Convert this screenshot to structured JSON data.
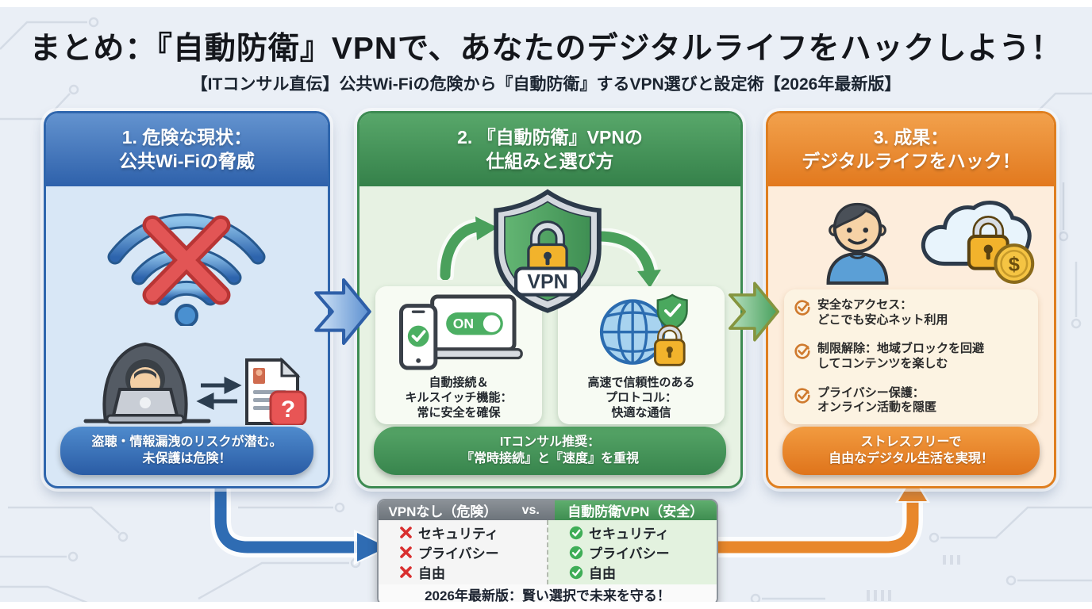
{
  "title": "まとめ：『自動防衛』VPNで、あなたのデジタルライフをハックしよう！",
  "subtitle": "【ITコンサル直伝】公共Wi-Fiの危険から『自動防衛』するVPN選びと設定術【2026年最新版】",
  "panel_threat": {
    "header_line1": "1. 危険な現状：",
    "header_line2": "公共Wi-Fiの脅威",
    "footer_line1": "盗聴・情報漏洩のリスクが潜む。",
    "footer_line2": "未保護は危険！"
  },
  "panel_vpn": {
    "header_line1": "2. 『自動防衛』VPNの",
    "header_line2": "仕組みと選び方",
    "feature_auto": {
      "line1": "自動接続＆",
      "line2": "キルスイッチ機能：",
      "line3": "常に安全を確保"
    },
    "feature_protocol": {
      "line1": "高速で信頼性のある",
      "line2": "プロトコル：",
      "line3": "快適な通信"
    },
    "footer_line1": "ITコンサル推奨：",
    "footer_line2": "『常時接続』と『速度』を重視"
  },
  "panel_result": {
    "header_line1": "3. 成果：",
    "header_line2": "デジタルライフをハック！",
    "benefits": [
      {
        "line1": "安全なアクセス：",
        "line2": "どこでも安心ネット利用"
      },
      {
        "line1": "制限解除：地域ブロックを回避",
        "line2": "してコンテンツを楽しむ"
      },
      {
        "line1": "プライバシー保護：",
        "line2": "オンライン活動を隠匿"
      }
    ],
    "footer_line1": "ストレスフリーで",
    "footer_line2": "自由なデジタル生活を実現！"
  },
  "comparison": {
    "left_header": "VPNなし（危険）",
    "vs_label": "vs.",
    "right_header": "自動防衛VPN（安全）",
    "left_items": [
      "セキュリティ",
      "プライバシー",
      "自由"
    ],
    "right_items": [
      "セキュリティ",
      "プライバシー",
      "自由"
    ],
    "footer": "2026年最新版：賢い選択で未来を守る！"
  },
  "icons": {
    "vpn_label": "VPN",
    "on_label": "ON",
    "question_mark": "?",
    "dollar": "$"
  },
  "colors": {
    "threat_blue": "#2e61ab",
    "vpn_green": "#3d8b52",
    "result_orange": "#df7f20",
    "danger_red": "#d92f2f",
    "check_green": "#3fae57",
    "lock_gold": "#f2b32c",
    "background": "#eaeff6"
  }
}
